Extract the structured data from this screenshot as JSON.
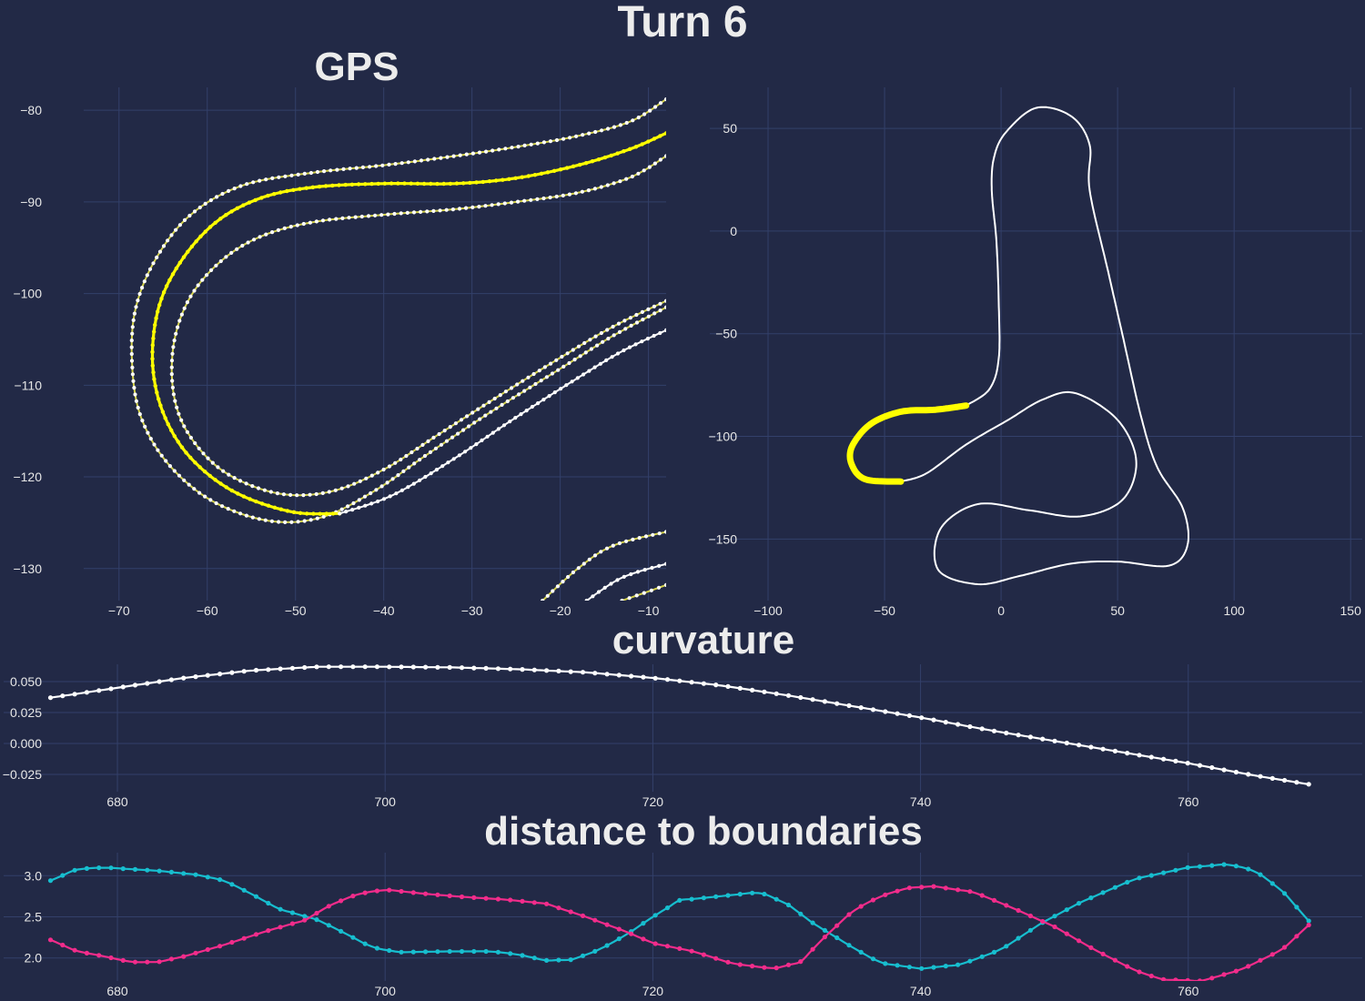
{
  "figure": {
    "title": "Turn 6"
  },
  "chart_data": [
    {
      "id": "gps",
      "type": "line",
      "title": "GPS",
      "xlim": [
        -74,
        -8
      ],
      "ylim": [
        -133.5,
        -77.5
      ],
      "xticks": [
        -70,
        -60,
        -50,
        -40,
        -30,
        -20,
        -10
      ],
      "yticks": [
        -80,
        -90,
        -100,
        -110,
        -120,
        -130
      ],
      "xtick_labels": [
        "−70",
        "−60",
        "−50",
        "−40",
        "−30",
        "−20",
        "−10"
      ],
      "ytick_labels": [
        "−80",
        "−90",
        "−100",
        "−110",
        "−120",
        "−130"
      ],
      "series": [
        {
          "role": "outer-boundary",
          "color": "#d4d24a",
          "points": [
            [
              -8,
              -78.8
            ],
            [
              -12,
              -81.2
            ],
            [
              -18,
              -82.8
            ],
            [
              -25,
              -84
            ],
            [
              -32,
              -85
            ],
            [
              -40,
              -86
            ],
            [
              -48,
              -86.8
            ],
            [
              -56,
              -88.2
            ],
            [
              -62,
              -91.5
            ],
            [
              -66,
              -96.5
            ],
            [
              -68.2,
              -102
            ],
            [
              -68.5,
              -108
            ],
            [
              -67.5,
              -113.5
            ],
            [
              -64.5,
              -118.5
            ],
            [
              -59.5,
              -122.6
            ],
            [
              -53,
              -124.8
            ],
            [
              -47,
              -124.4
            ],
            [
              -41,
              -121.5
            ],
            [
              -35,
              -117.5
            ],
            [
              -28,
              -113
            ],
            [
              -20,
              -108.2
            ],
            [
              -14,
              -104.6
            ],
            [
              -8,
              -101.5
            ]
          ]
        },
        {
          "role": "racing-line",
          "color": "#ffff00",
          "points": [
            [
              -8,
              -82.5
            ],
            [
              -12,
              -84.2
            ],
            [
              -18,
              -86
            ],
            [
              -25,
              -87.4
            ],
            [
              -32,
              -88
            ],
            [
              -40,
              -88
            ],
            [
              -48,
              -88.4
            ],
            [
              -54,
              -89.6
            ],
            [
              -59,
              -92.2
            ],
            [
              -63,
              -96.5
            ],
            [
              -65.5,
              -101.5
            ],
            [
              -66.2,
              -107.5
            ],
            [
              -65,
              -113
            ],
            [
              -62,
              -117.8
            ],
            [
              -57,
              -121.6
            ],
            [
              -50.5,
              -123.8
            ],
            [
              -45,
              -124
            ]
          ]
        },
        {
          "role": "driven-line",
          "color": "#ffffff",
          "points": [
            [
              -45,
              -124
            ],
            [
              -39,
              -122
            ],
            [
              -32,
              -118
            ],
            [
              -25,
              -113.5
            ],
            [
              -18,
              -109.2
            ],
            [
              -13,
              -106.3
            ],
            [
              -8,
              -104
            ]
          ]
        },
        {
          "role": "inner-boundary",
          "color": "#d4d24a",
          "points": [
            [
              -8,
              -85
            ],
            [
              -12,
              -87.3
            ],
            [
              -18,
              -89
            ],
            [
              -25,
              -90
            ],
            [
              -32,
              -90.8
            ],
            [
              -40,
              -91.4
            ],
            [
              -48,
              -92.2
            ],
            [
              -54,
              -93.8
            ],
            [
              -58.5,
              -96.5
            ],
            [
              -62,
              -100.5
            ],
            [
              -63.8,
              -105.5
            ],
            [
              -63.8,
              -111
            ],
            [
              -62,
              -115.5
            ],
            [
              -58,
              -119.5
            ],
            [
              -52,
              -121.8
            ],
            [
              -46,
              -121.6
            ],
            [
              -40,
              -119.2
            ],
            [
              -34,
              -115.5
            ],
            [
              -27,
              -111.2
            ],
            [
              -20,
              -107
            ],
            [
              -14,
              -103.6
            ],
            [
              -8,
              -100.8
            ]
          ]
        },
        {
          "role": "next-outer-boundary",
          "color": "#d4d24a",
          "points": [
            [
              -22,
              -133.5
            ],
            [
              -18,
              -130
            ],
            [
              -14,
              -127.5
            ],
            [
              -8,
              -126
            ]
          ]
        },
        {
          "role": "next-driven-line",
          "color": "#ffffff",
          "points": [
            [
              -17,
              -133.5
            ],
            [
              -13,
              -131
            ],
            [
              -8,
              -129.5
            ]
          ]
        },
        {
          "role": "next-inner-boundary",
          "color": "#d4d24a",
          "points": [
            [
              -13,
              -133.5
            ],
            [
              -10,
              -132.5
            ],
            [
              -8,
              -131.8
            ]
          ]
        }
      ]
    },
    {
      "id": "track-map",
      "type": "line",
      "xlim": [
        -125,
        155
      ],
      "ylim": [
        -180,
        70
      ],
      "xticks": [
        -100,
        -50,
        0,
        50,
        100,
        150
      ],
      "yticks": [
        50,
        0,
        -50,
        -100,
        -150
      ],
      "xtick_labels": [
        "−100",
        "−50",
        "0",
        "50",
        "100",
        "150"
      ],
      "ytick_labels": [
        "50",
        "0",
        "−50",
        "−100",
        "−150"
      ],
      "series": [
        {
          "role": "track",
          "color": "#ffffff",
          "points": [
            [
              -15,
              -85
            ],
            [
              -5,
              -77
            ],
            [
              -1,
              -62
            ],
            [
              -1,
              -35
            ],
            [
              -2,
              -5
            ],
            [
              -4,
              20
            ],
            [
              -3,
              36
            ],
            [
              2,
              48
            ],
            [
              15,
              60
            ],
            [
              30,
              56
            ],
            [
              38,
              42
            ],
            [
              38,
              20
            ],
            [
              46,
              -20
            ],
            [
              52,
              -50
            ],
            [
              60,
              -90
            ],
            [
              67,
              -115
            ],
            [
              78,
              -135
            ],
            [
              80,
              -153
            ],
            [
              72,
              -163
            ],
            [
              50,
              -161
            ],
            [
              30,
              -162
            ],
            [
              8,
              -168
            ],
            [
              -10,
              -172
            ],
            [
              -27,
              -165
            ],
            [
              -26,
              -145
            ],
            [
              -10,
              -133
            ],
            [
              12,
              -136
            ],
            [
              34,
              -139
            ],
            [
              52,
              -131
            ],
            [
              58,
              -112
            ],
            [
              50,
              -92
            ],
            [
              32,
              -79
            ],
            [
              18,
              -82
            ],
            [
              3,
              -92
            ],
            [
              -15,
              -104
            ],
            [
              -32,
              -118
            ],
            [
              -43,
              -122
            ]
          ]
        },
        {
          "role": "highlight",
          "color": "#ffff00",
          "points": [
            [
              -15,
              -85
            ],
            [
              -28,
              -87
            ],
            [
              -43,
              -88
            ],
            [
              -56,
              -94
            ],
            [
              -64,
              -105
            ],
            [
              -64,
              -114
            ],
            [
              -58,
              -121
            ],
            [
              -43,
              -122
            ]
          ]
        }
      ]
    },
    {
      "id": "curvature",
      "type": "line",
      "title": "curvature",
      "xlim": [
        671.5,
        773
      ],
      "ylim": [
        -0.039,
        0.064
      ],
      "xticks": [
        680,
        700,
        720,
        740,
        760
      ],
      "yticks": [
        0.05,
        0.025,
        0,
        -0.025
      ],
      "xtick_labels": [
        "680",
        "700",
        "720",
        "740",
        "760"
      ],
      "ytick_labels": [
        "0.050",
        "0.025",
        "0.000",
        "−0.025"
      ],
      "series": [
        {
          "color": "#ffffff",
          "x_start": 675,
          "x_end": 769,
          "n_points": 105,
          "anchors": [
            [
              675,
              0.037
            ],
            [
              680,
              0.045
            ],
            [
              685,
              0.053
            ],
            [
              690,
              0.059
            ],
            [
              695,
              0.062
            ],
            [
              700,
              0.062
            ],
            [
              705,
              0.0615
            ],
            [
              710,
              0.06
            ],
            [
              715,
              0.0575
            ],
            [
              720,
              0.053
            ],
            [
              725,
              0.047
            ],
            [
              730,
              0.039
            ],
            [
              735,
              0.03
            ],
            [
              740,
              0.021
            ],
            [
              745,
              0.011
            ],
            [
              750,
              0.002
            ],
            [
              755,
              -0.007
            ],
            [
              760,
              -0.016
            ],
            [
              765,
              -0.026
            ],
            [
              769,
              -0.033
            ]
          ]
        }
      ]
    },
    {
      "id": "distance-to-boundaries",
      "type": "line",
      "title": "distance to boundaries",
      "xlim": [
        671.5,
        773
      ],
      "ylim": [
        1.72,
        3.28
      ],
      "xticks": [
        680,
        700,
        720,
        740,
        760
      ],
      "yticks": [
        3.0,
        2.5,
        2.0
      ],
      "xtick_labels": [
        "680",
        "700",
        "720",
        "740",
        "760"
      ],
      "ytick_labels": [
        "3.0",
        "2.5",
        "2.0"
      ],
      "series": [
        {
          "color": "#17becf",
          "x_start": 675,
          "x_end": 769,
          "n_points": 105,
          "anchors": [
            [
              675,
              2.94
            ],
            [
              677,
              3.08
            ],
            [
              679,
              3.1
            ],
            [
              683,
              3.06
            ],
            [
              686,
              3.01
            ],
            [
              688,
              2.94
            ],
            [
              690,
              2.78
            ],
            [
              692,
              2.6
            ],
            [
              695,
              2.46
            ],
            [
              697,
              2.3
            ],
            [
              699,
              2.13
            ],
            [
              701,
              2.07
            ],
            [
              705,
              2.08
            ],
            [
              708,
              2.08
            ],
            [
              710,
              2.04
            ],
            [
              712,
              1.97
            ],
            [
              714,
              1.98
            ],
            [
              716,
              2.1
            ],
            [
              718,
              2.28
            ],
            [
              720,
              2.5
            ],
            [
              722,
              2.7
            ],
            [
              725,
              2.75
            ],
            [
              728,
              2.8
            ],
            [
              730,
              2.66
            ],
            [
              732,
              2.42
            ],
            [
              735,
              2.12
            ],
            [
              737,
              1.94
            ],
            [
              740,
              1.87
            ],
            [
              743,
              1.92
            ],
            [
              746,
              2.1
            ],
            [
              749,
              2.42
            ],
            [
              752,
              2.68
            ],
            [
              756,
              2.96
            ],
            [
              760,
              3.1
            ],
            [
              763,
              3.14
            ],
            [
              765,
              3.06
            ],
            [
              767,
              2.82
            ],
            [
              769,
              2.45
            ]
          ]
        },
        {
          "color": "#f22c8b",
          "x_start": 675,
          "x_end": 769,
          "n_points": 105,
          "anchors": [
            [
              675,
              2.22
            ],
            [
              677,
              2.08
            ],
            [
              679,
              2.02
            ],
            [
              681,
              1.95
            ],
            [
              683,
              1.95
            ],
            [
              685,
              2.02
            ],
            [
              688,
              2.16
            ],
            [
              691,
              2.32
            ],
            [
              694,
              2.46
            ],
            [
              696,
              2.65
            ],
            [
              698,
              2.78
            ],
            [
              700,
              2.83
            ],
            [
              703,
              2.78
            ],
            [
              706,
              2.74
            ],
            [
              709,
              2.71
            ],
            [
              712,
              2.66
            ],
            [
              715,
              2.5
            ],
            [
              718,
              2.32
            ],
            [
              720,
              2.18
            ],
            [
              723,
              2.08
            ],
            [
              726,
              1.93
            ],
            [
              729,
              1.87
            ],
            [
              731,
              1.95
            ],
            [
              733,
              2.28
            ],
            [
              735,
              2.58
            ],
            [
              737,
              2.75
            ],
            [
              739,
              2.85
            ],
            [
              741,
              2.87
            ],
            [
              744,
              2.8
            ],
            [
              747,
              2.6
            ],
            [
              750,
              2.38
            ],
            [
              753,
              2.1
            ],
            [
              756,
              1.85
            ],
            [
              758,
              1.74
            ],
            [
              761,
              1.72
            ],
            [
              764,
              1.86
            ],
            [
              767,
              2.1
            ],
            [
              769,
              2.4
            ]
          ]
        }
      ]
    }
  ]
}
